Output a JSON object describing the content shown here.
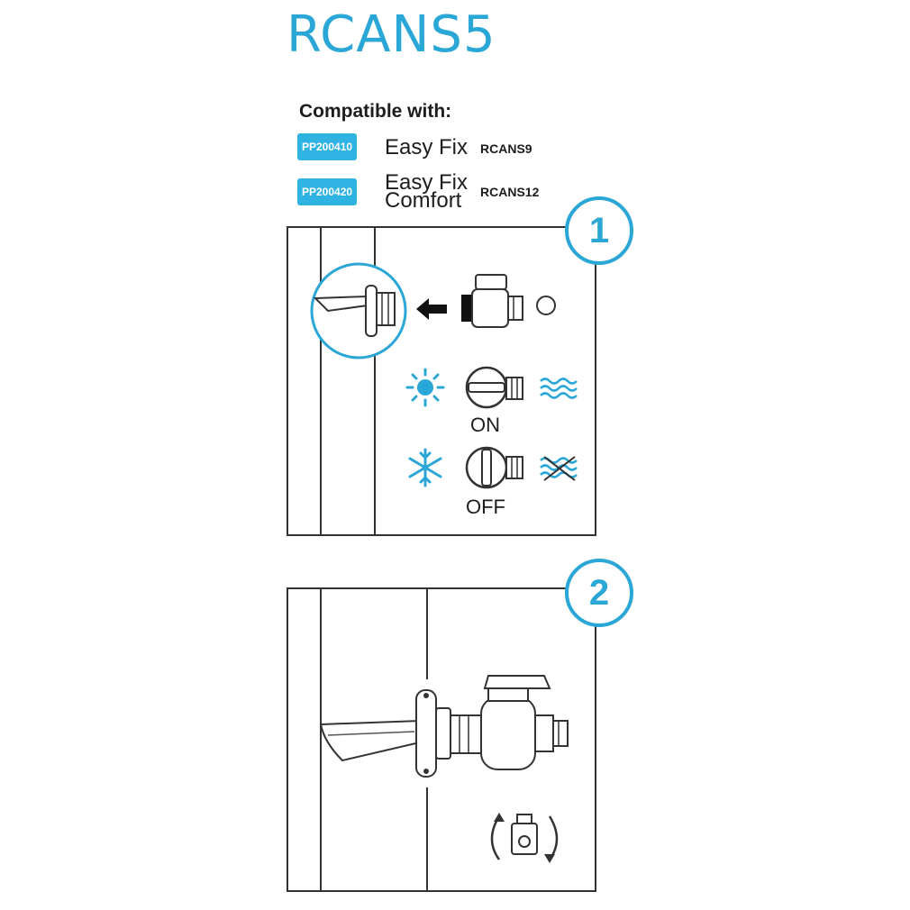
{
  "header": {
    "title": "RCANS5"
  },
  "compatibility": {
    "heading": "Compatible with:",
    "products": [
      {
        "code": "PP200410",
        "name_line1": "Easy Fix",
        "name_line2": "",
        "model": "RCANS9"
      },
      {
        "code": "PP200420",
        "name_line1": "Easy Fix",
        "name_line2": "Comfort",
        "model": "RCANS12"
      }
    ]
  },
  "steps": [
    {
      "number": "1",
      "on_label": "ON",
      "off_label": "OFF"
    },
    {
      "number": "2"
    }
  ],
  "colors": {
    "accent": "#2aa7d6",
    "badge": "#2fb3e3",
    "line": "#333333"
  },
  "icons": [
    "sun-icon",
    "snowflake-icon",
    "water-waves-icon",
    "water-off-icon",
    "arrow-left-icon",
    "rotate-icon"
  ]
}
